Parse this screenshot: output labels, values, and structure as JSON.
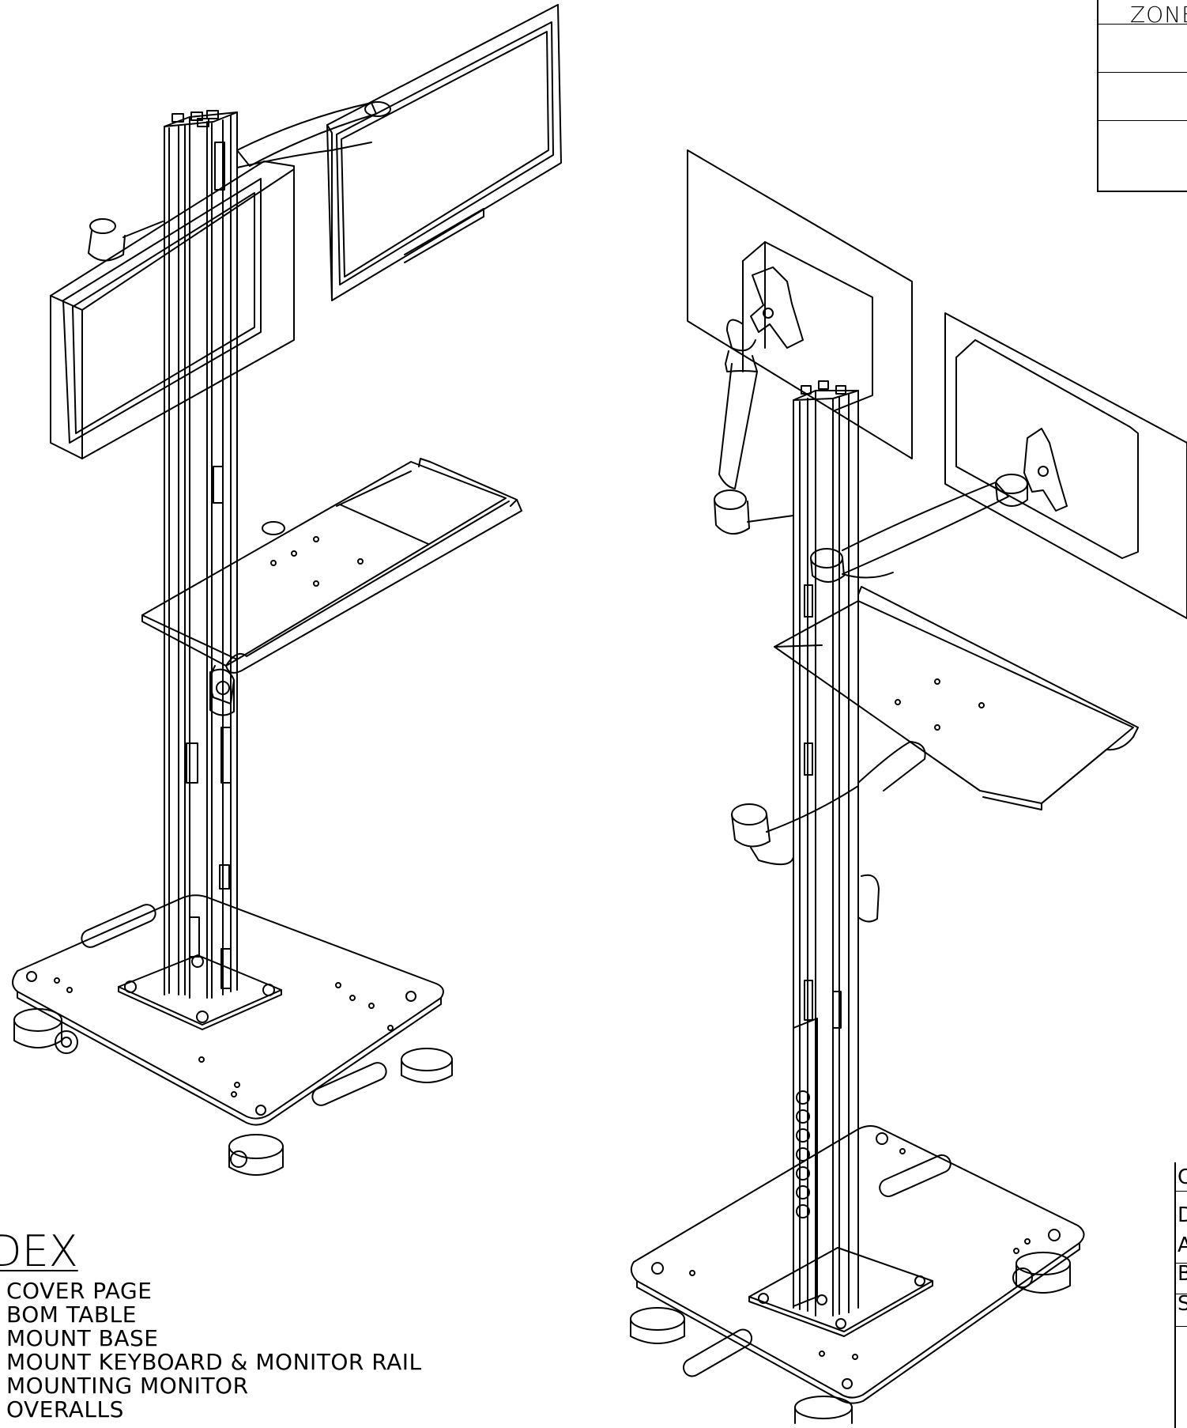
{
  "revision_table": {
    "header": "ZONE"
  },
  "index": {
    "title": "DEX",
    "items": [
      "COVER PAGE",
      "BOM TABLE",
      "MOUNT BASE",
      "MOUNT KEYBOARD & MONITOR RAIL",
      "MOUNTING MONITOR",
      "OVERALLS"
    ]
  },
  "title_block": {
    "row_letters": [
      "C",
      "D",
      "A",
      "B",
      "S"
    ]
  }
}
